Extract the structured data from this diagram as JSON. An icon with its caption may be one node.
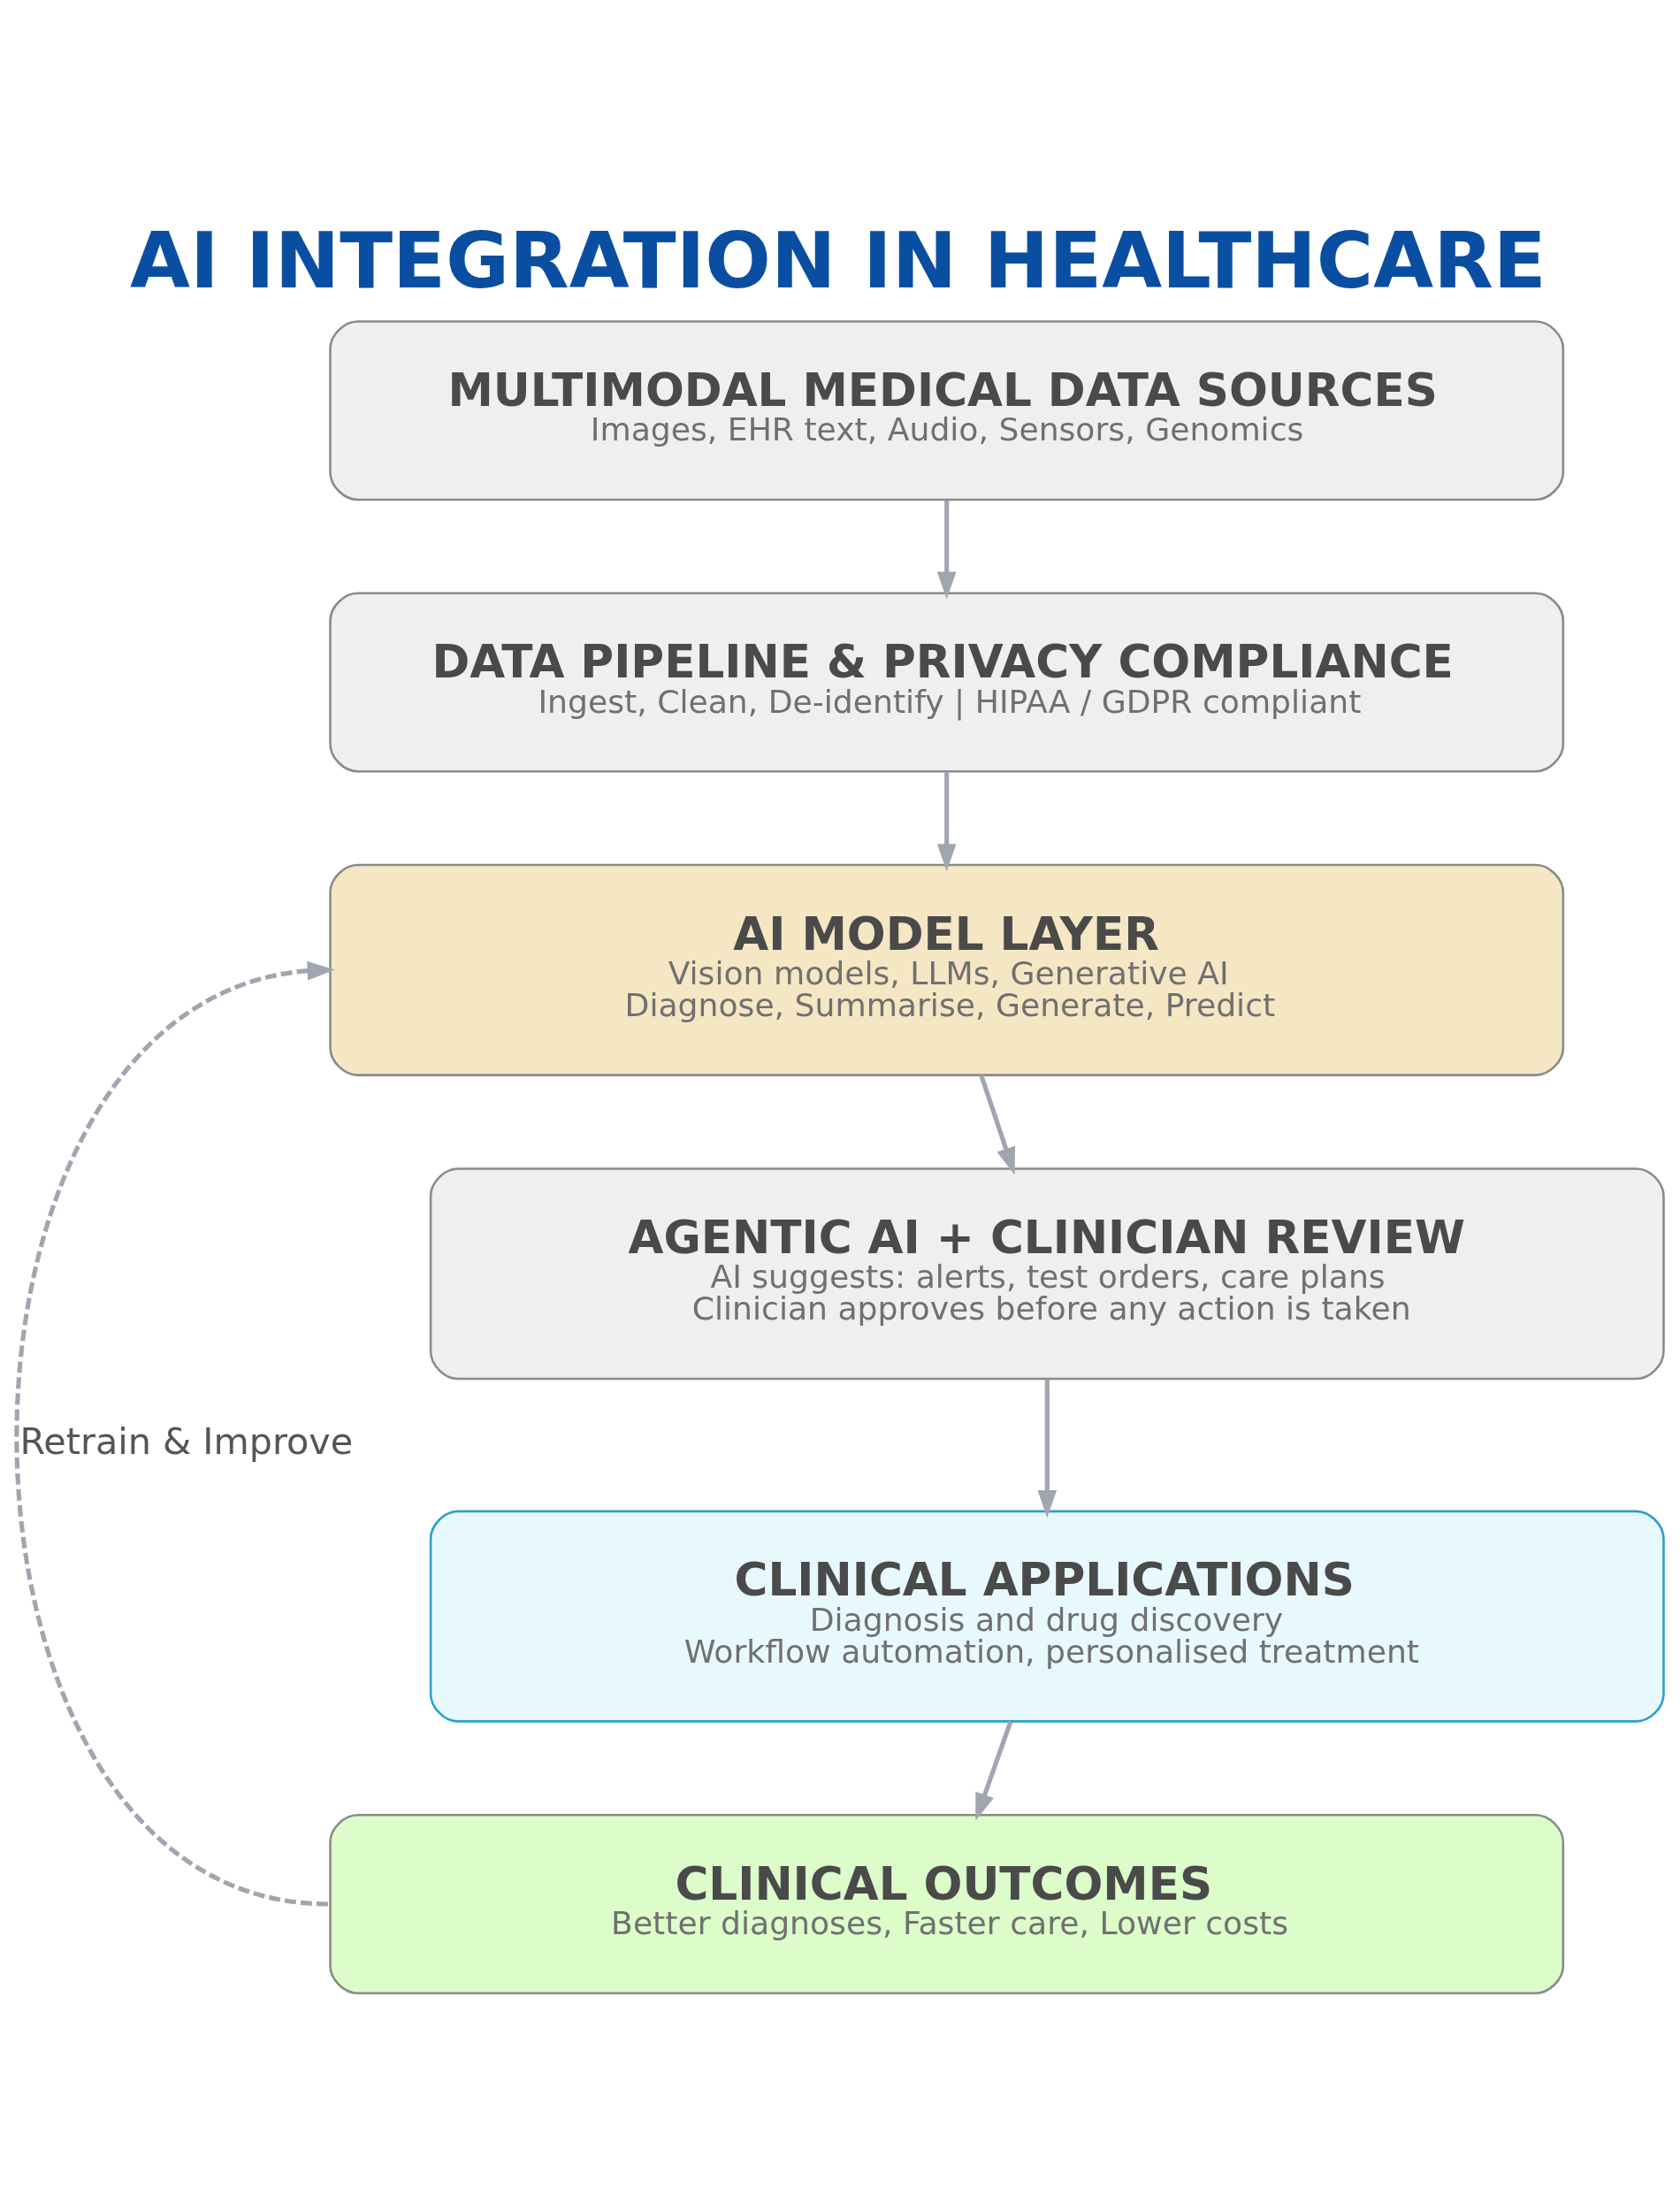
{
  "diagram": {
    "title": "AI INTEGRATION IN HEALTHCARE",
    "nodes": [
      {
        "text": [
          "MULTIMODAL MEDICAL DATA SOURCES",
          "Images, EHR text, Audio, Sensors, Genomics"
        ]
      },
      {
        "text": [
          "DATA PIPELINE & PRIVACY COMPLIANCE",
          "Ingest, Clean, De-identify | HIPAA / GDPR compliant"
        ]
      },
      {
        "text": [
          "AI MODEL LAYER",
          "Vision models, LLMs, Generative AI",
          "Diagnose, Summarise, Generate, Predict"
        ]
      },
      {
        "text": [
          "AGENTIC AI + CLINICIAN REVIEW",
          "AI suggests: alerts, test orders, care plans",
          "Clinician approves before any action is taken"
        ]
      },
      {
        "text": [
          "CLINICAL APPLICATIONS",
          "Diagnosis and drug discovery",
          "Workflow automation, personalised treatment"
        ]
      },
      {
        "text": [
          "CLINICAL OUTCOMES",
          "Better diagnoses, Faster care, Lower costs"
        ]
      }
    ],
    "edges": [
      {
        "from": 0,
        "to": 1,
        "arrow": "to"
      },
      {
        "from": 1,
        "to": 2,
        "arrow": "to"
      },
      {
        "from": 2,
        "to": 3,
        "arrow": "to"
      },
      {
        "from": 3,
        "to": 4,
        "arrow": "to"
      },
      {
        "from": 4,
        "to": 5,
        "arrow": "to"
      },
      {
        "from": 5,
        "to": 2,
        "arrow": "to",
        "style": "dashed",
        "label": "Retrain & Improve"
      }
    ]
  }
}
